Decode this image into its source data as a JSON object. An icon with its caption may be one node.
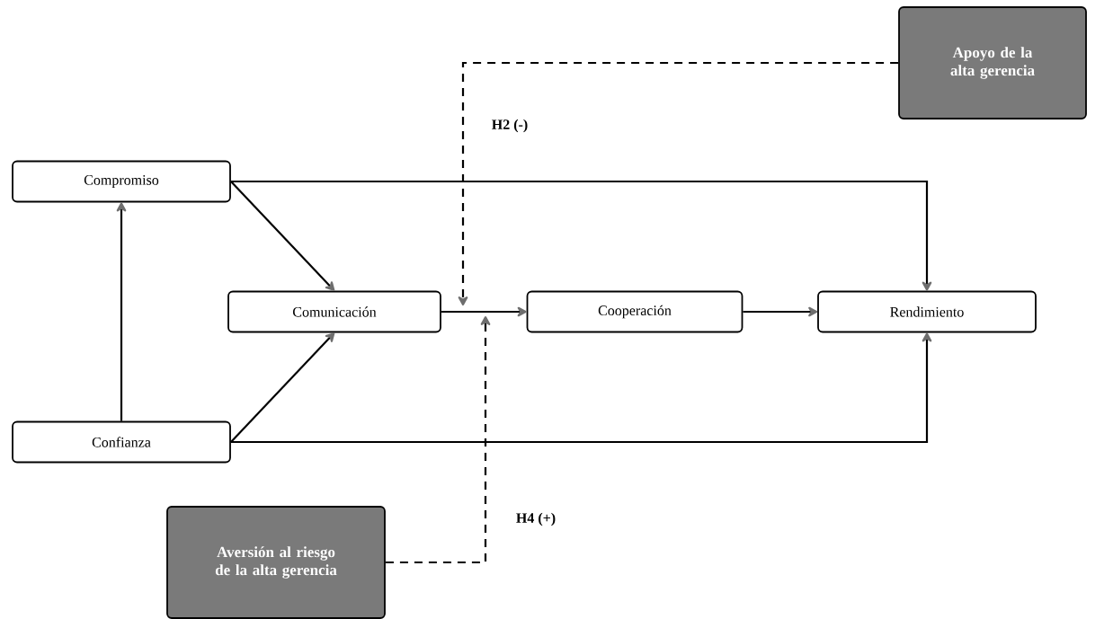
{
  "diagram": {
    "nodes": [
      {
        "text": [
          "Apoyo de la alta gerencia"
        ]
      },
      {
        "text": [
          "Compromiso"
        ]
      },
      {
        "text": [
          "Comunicación"
        ]
      },
      {
        "text": [
          "Cooperación"
        ]
      },
      {
        "text": [
          "Rendimiento"
        ]
      },
      {
        "text": [
          "Confianza"
        ]
      },
      {
        "text": [
          "Aversión al riesgo de la alta gerencia"
        ]
      }
    ],
    "edges": [
      {
        "from": 0,
        "to": null,
        "arrow": "to",
        "style": "dashed",
        "label": "H2 (-)"
      },
      {
        "from": 6,
        "to": null,
        "arrow": "to",
        "style": "dashed",
        "label": "H4 (+)"
      },
      {
        "from": 1,
        "to": 4,
        "arrow": "to"
      },
      {
        "from": 1,
        "to": 2,
        "arrow": "to"
      },
      {
        "from": 5,
        "to": 1,
        "arrow": "to"
      },
      {
        "from": 5,
        "to": 2,
        "arrow": "to"
      },
      {
        "from": 5,
        "to": 4,
        "arrow": "to"
      },
      {
        "from": 2,
        "to": 3,
        "arrow": "to"
      },
      {
        "from": 3,
        "to": 4,
        "arrow": "to"
      }
    ]
  }
}
